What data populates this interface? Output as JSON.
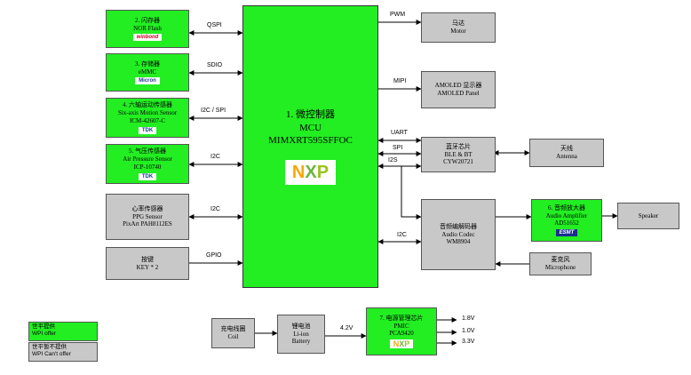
{
  "mcu": {
    "title_cn": "1. 微控制器",
    "title_en": "MCU",
    "part": "MIMXRT595SFFOC",
    "logo": "NXP"
  },
  "left_blocks": [
    {
      "lines": [
        "2. 闪存器",
        "NOR Flash"
      ],
      "logo": "winbond",
      "bus": "QSPI"
    },
    {
      "lines": [
        "3. 存储器",
        "eMMC"
      ],
      "logo": "Micron",
      "bus": "SDIO"
    },
    {
      "lines": [
        "4. 六轴运动传感器",
        "Six-axis Motion Sensor",
        "ICM-42607-C"
      ],
      "logo": "TDK",
      "bus": "I2C / SPI"
    },
    {
      "lines": [
        "5. 气压传感器",
        "Air Pressure Sensor",
        "ICP-10740"
      ],
      "logo": "TDK",
      "bus": "I2C"
    },
    {
      "lines": [
        "心率传感器",
        "PPG Sensor",
        "PixArt PAH8112ES"
      ],
      "logo": "",
      "bus": "I2C"
    },
    {
      "lines": [
        "按键",
        "KEY * 2"
      ],
      "logo": "",
      "bus": "GPIO"
    }
  ],
  "right_blocks": {
    "motor": {
      "lines": [
        "马达",
        "Motor"
      ],
      "bus": "PWM"
    },
    "amoled": {
      "lines": [
        "AMOLED 显示器",
        "AMOLED Panel"
      ],
      "bus": "MIPI"
    },
    "bt": {
      "lines": [
        "蓝牙芯片",
        "BLE & BT",
        "CYW20721"
      ],
      "bus_uart": "UART",
      "bus_spi": "SPI",
      "bus_i2s": "I2S"
    },
    "antenna": {
      "lines": [
        "天线",
        "Antenna"
      ]
    },
    "codec": {
      "lines": [
        "音频编解码器",
        "Audio Codec",
        "WM8904"
      ],
      "bus": "I2C"
    },
    "amp": {
      "lines": [
        "6. 音频放大器",
        "Audio Amplifier",
        "AD51652"
      ],
      "logo": "ESMT"
    },
    "speaker": {
      "lines": [
        "Speaker"
      ]
    },
    "mic": {
      "lines": [
        "麦克风",
        "Microphone"
      ]
    }
  },
  "power": {
    "coil": {
      "lines": [
        "充电线圈",
        "Coil"
      ]
    },
    "battery": {
      "lines": [
        "锂电池",
        "Li-ion",
        "Battery"
      ]
    },
    "battery_voltage": "4.2V",
    "pmic": {
      "lines": [
        "7. 电源管理芯片",
        "PMIC",
        "PCA9420"
      ],
      "logo": "NXP"
    },
    "outputs": [
      "1.8V",
      "1.0V",
      "3.3V"
    ]
  },
  "legend": {
    "offer": [
      "世平提供",
      "WPI offer"
    ],
    "not_offer": [
      "世平暂不提供",
      "WPI Can't offer"
    ]
  },
  "colors": {
    "offered": "#22ee22",
    "not_offered": "#c8c8c8",
    "nxp_n": "#f7a800",
    "nxp_x": "#6db33f",
    "nxp_p": "#9ac31c"
  }
}
